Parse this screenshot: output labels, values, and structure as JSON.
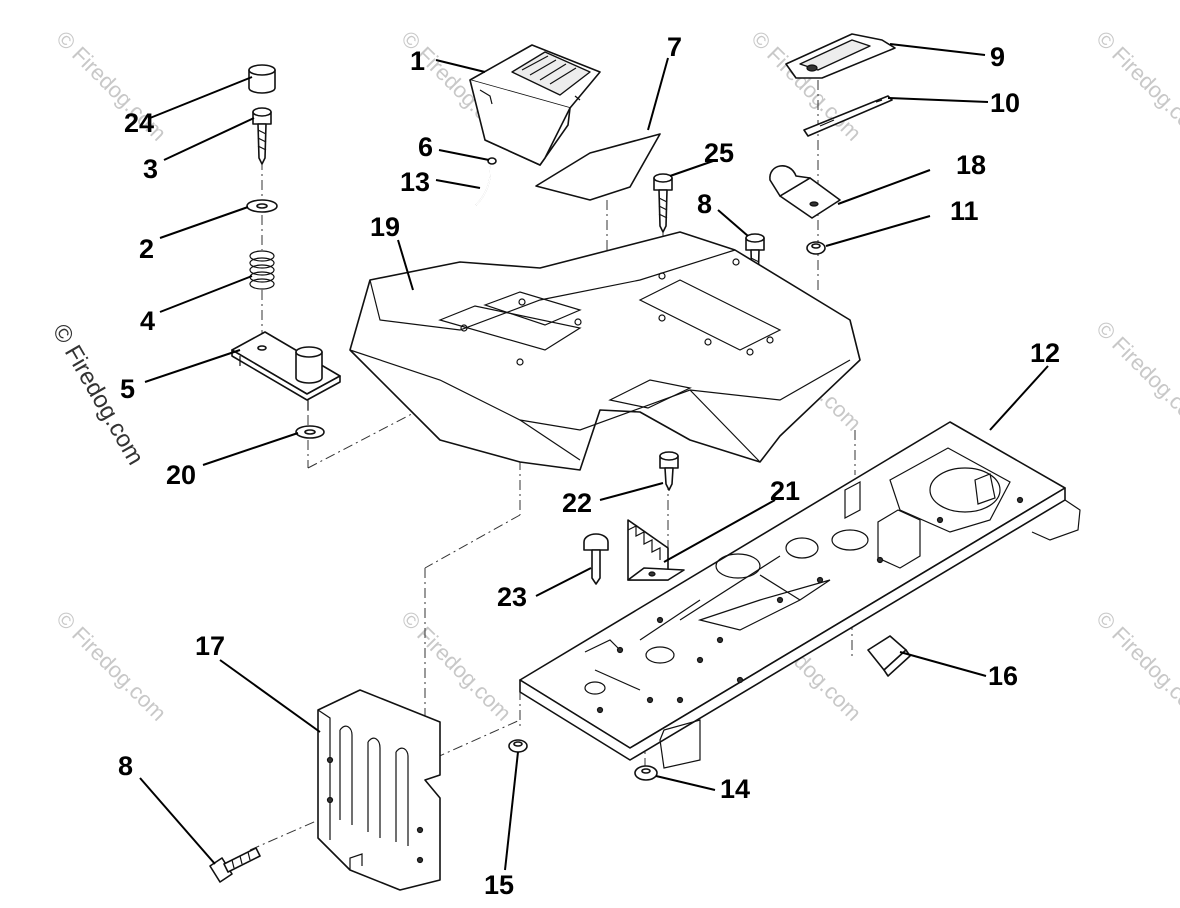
{
  "watermark": "© Firedog.com",
  "watermark_side": "© Firedog.com",
  "labels": {
    "l1": "1",
    "l2": "2",
    "l3": "3",
    "l4": "4",
    "l5": "5",
    "l6": "6",
    "l7": "7",
    "l8a": "8",
    "l8b": "8",
    "l9": "9",
    "l10": "10",
    "l11": "11",
    "l12": "12",
    "l13": "13",
    "l14": "14",
    "l15": "15",
    "l16": "16",
    "l17": "17",
    "l18": "18",
    "l19": "19",
    "l20": "20",
    "l21": "21",
    "l22": "22",
    "l23": "23",
    "l24": "24",
    "l25": "25"
  }
}
